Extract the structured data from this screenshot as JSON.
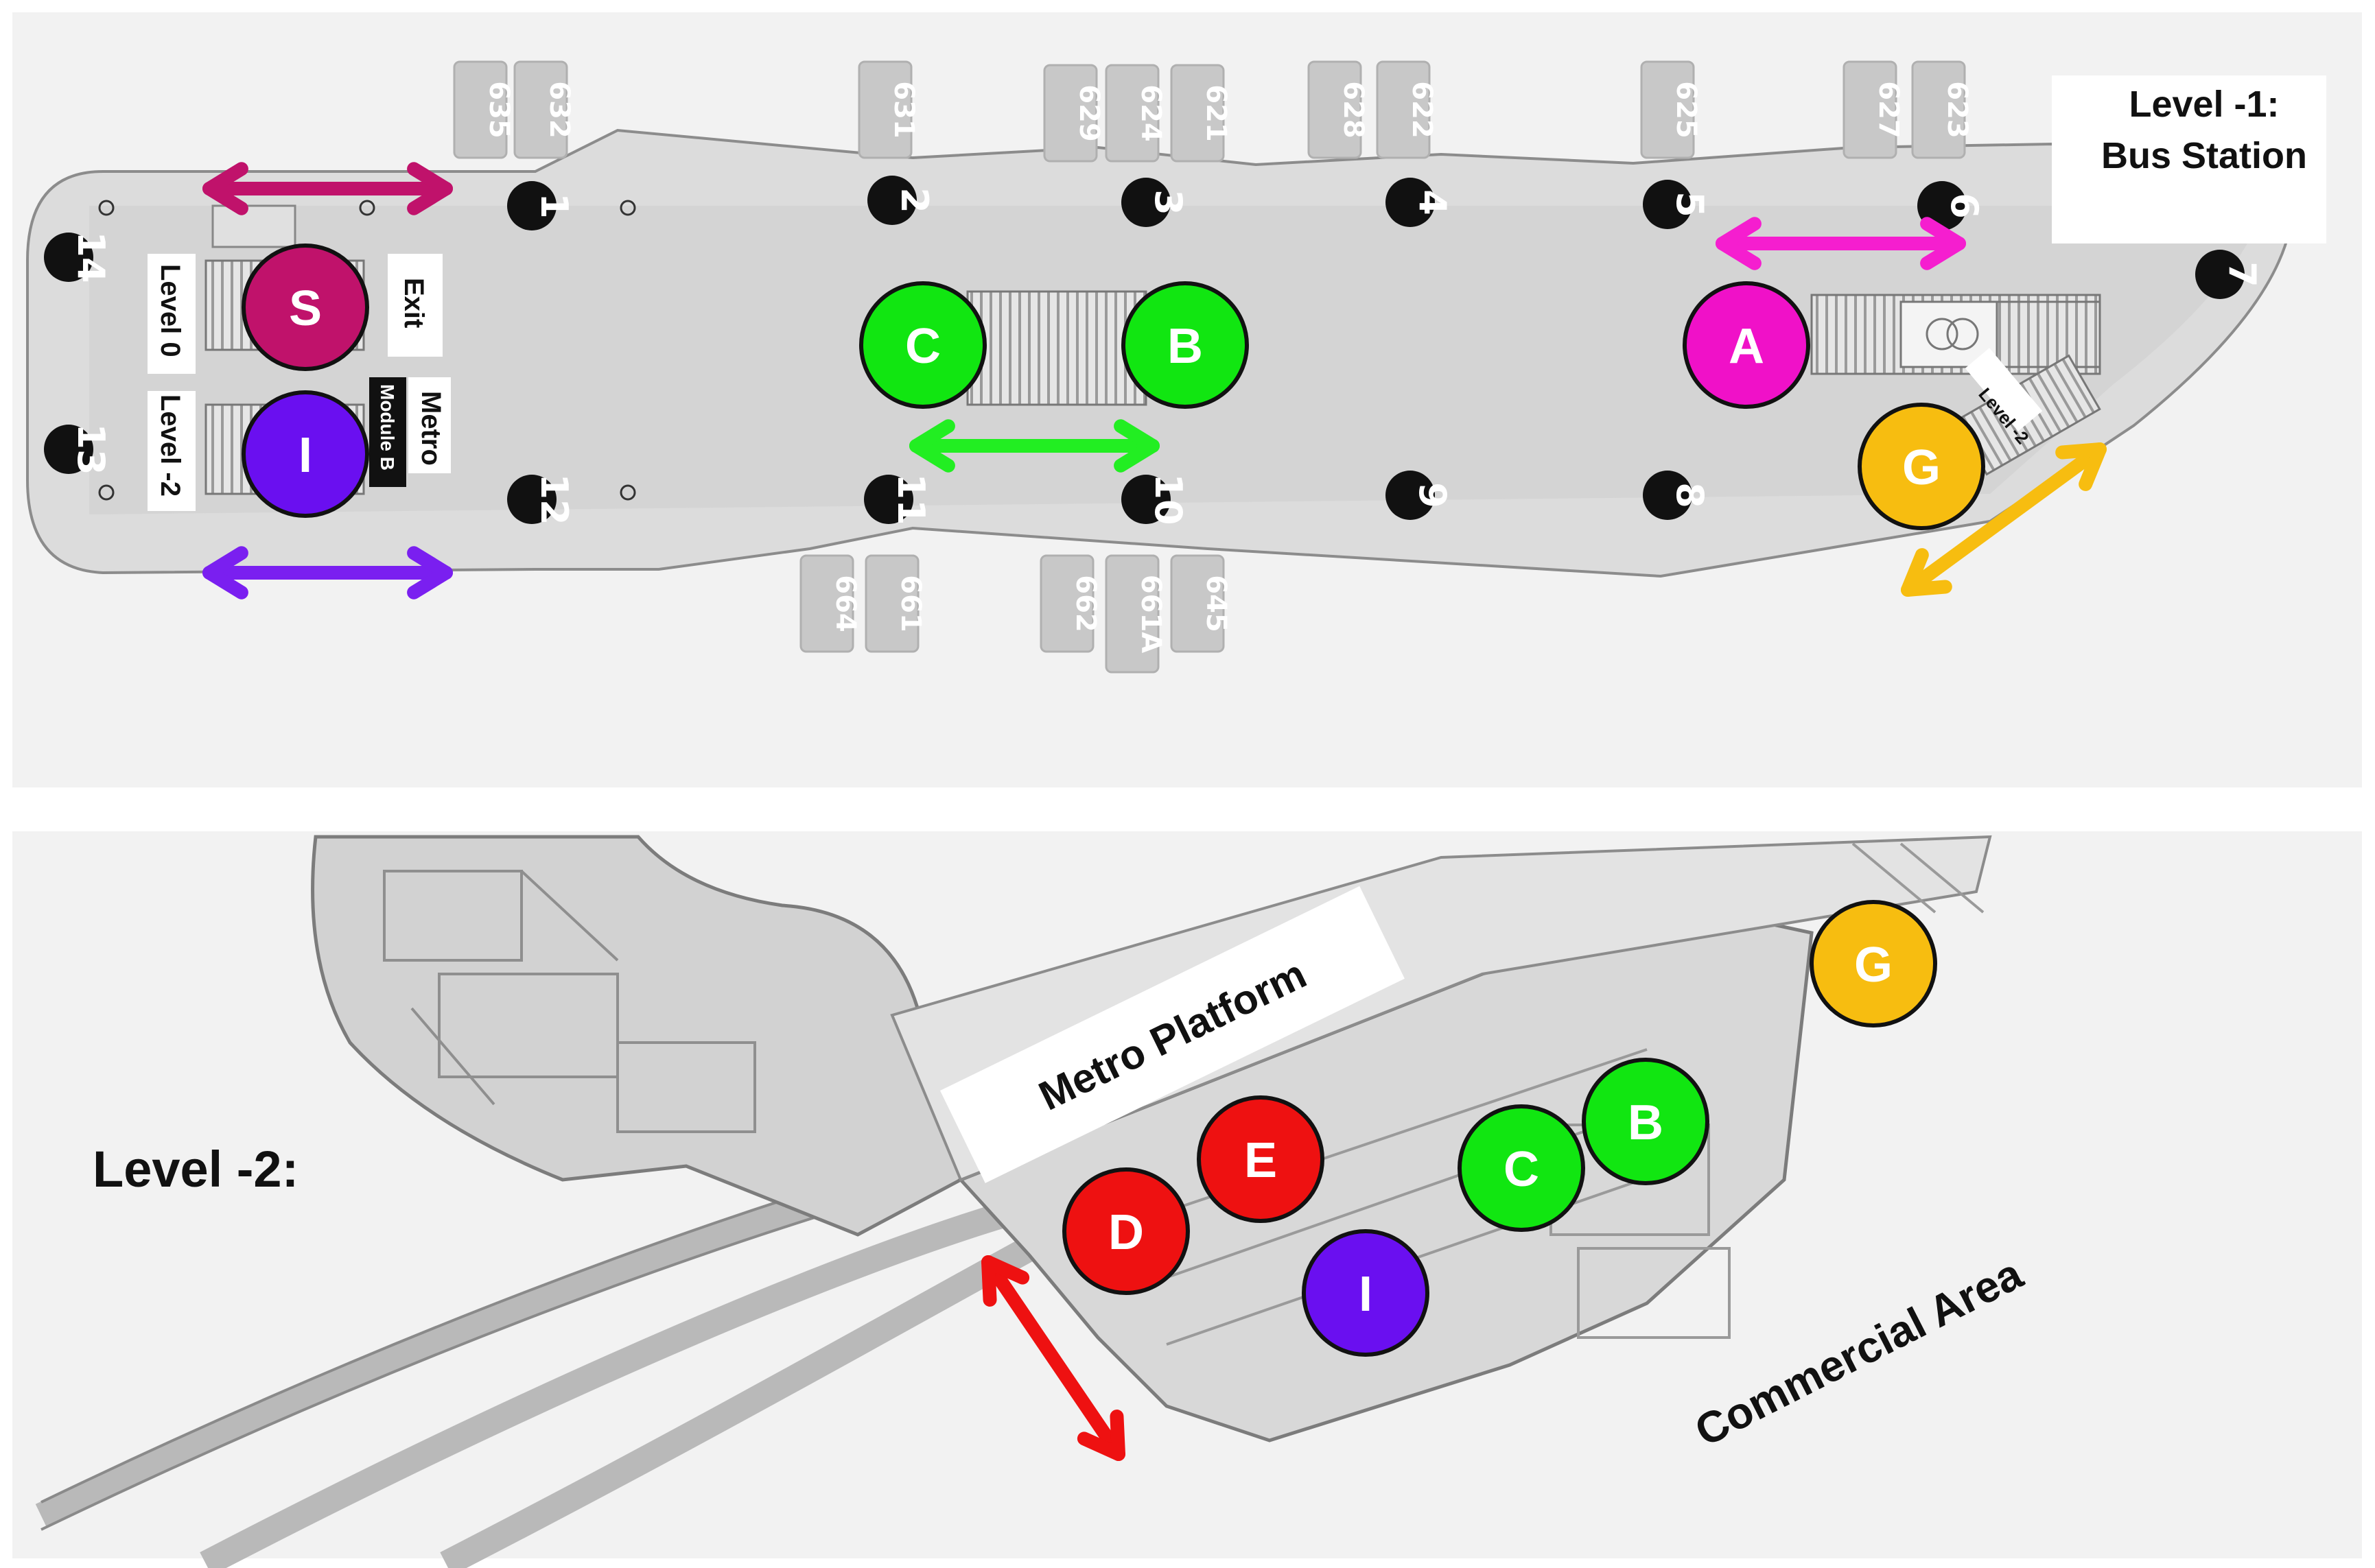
{
  "level_minus_1": {
    "title_line1": "Level -1:",
    "title_line2": "Bus Station",
    "exit_label": "Exit",
    "metro_label": "Metro",
    "module_label": "Module B",
    "level0_label": "Level 0",
    "level_minus2_label": "Level -2",
    "level_minus2_small": "Level -2",
    "bays": [
      "1",
      "2",
      "3",
      "4",
      "5",
      "6",
      "7",
      "8",
      "9",
      "10",
      "11",
      "12",
      "13",
      "14"
    ],
    "bus_routes_top": [
      "635",
      "632",
      "631",
      "629",
      "624",
      "621",
      "628",
      "622",
      "625",
      "627",
      "623"
    ],
    "bus_routes_bottom": [
      "664",
      "661",
      "662",
      "661A",
      "645"
    ],
    "markers": [
      "S",
      "I",
      "C",
      "B",
      "A",
      "G"
    ]
  },
  "level_minus_2": {
    "title": "Level -2:",
    "metro_platform": "Metro Platform",
    "commercial_area": "Commercial Area",
    "markers": [
      "G",
      "B",
      "C",
      "E",
      "D",
      "I"
    ]
  },
  "colors": {
    "S": "#c0126b",
    "I": "#6a0ff0",
    "C": "#11e611",
    "B": "#11e611",
    "A": "#f011c8",
    "G": "#f7bd10",
    "E": "#ee1111",
    "D": "#ee1111",
    "arrow_S": "#c0126b",
    "arrow_I": "#7a1ff0",
    "arrow_CB": "#22ee22",
    "arrow_A": "#f51ecf",
    "arrow_G": "#f7bd10",
    "arrow_D": "#ee1111"
  }
}
